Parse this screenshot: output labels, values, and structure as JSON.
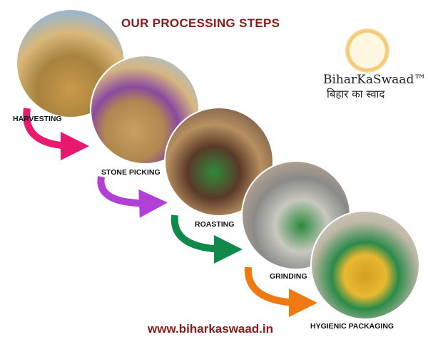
{
  "title": "OUR PROCESSING STEPS",
  "brand": {
    "name": "BiharKaSwaad™",
    "hindi": "बिहार का स्वाद",
    "logo_text": "BiharKaSwaad"
  },
  "steps": [
    {
      "label": "HARVESTING",
      "arrow_color": "#e8196e"
    },
    {
      "label": "STONE PICKING",
      "arrow_color": "#b23fd6"
    },
    {
      "label": "ROASTING",
      "arrow_color": "#0f8a4a"
    },
    {
      "label": "GRINDING",
      "arrow_color": "#f07a12"
    },
    {
      "label": "HYGIENIC PACKAGING"
    }
  ],
  "website": "www.biharkaswaad.in"
}
